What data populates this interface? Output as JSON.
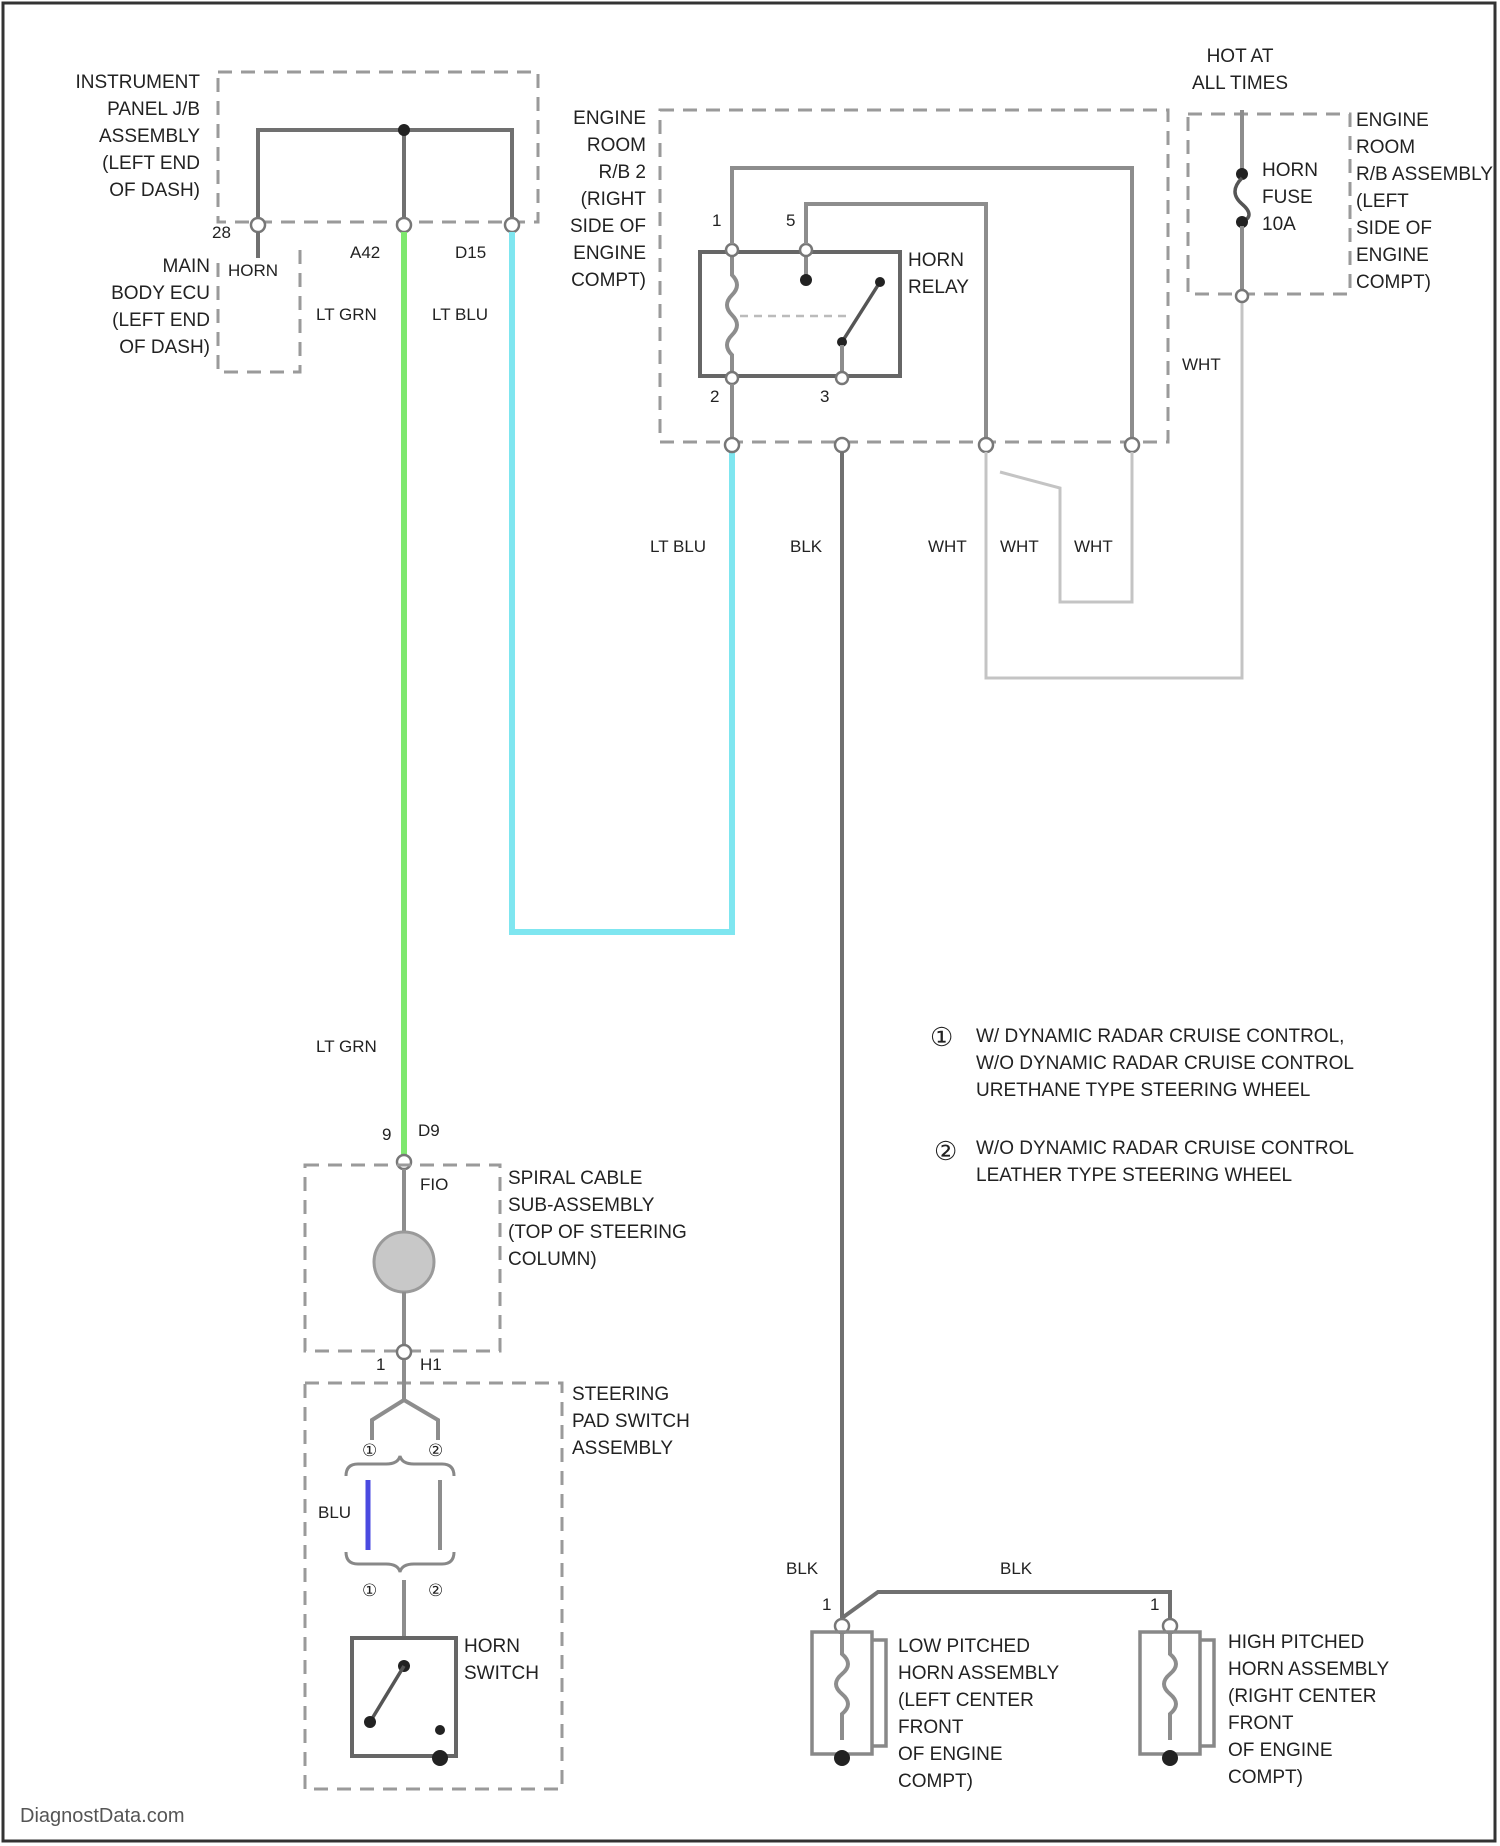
{
  "footer": {
    "watermark": "DiagnostData.com"
  },
  "components": {
    "instrument_panel_jb": "INSTRUMENT\nPANEL J/B\nASSEMBLY\n(LEFT END\nOF DASH)",
    "main_body_ecu": "MAIN\nBODY ECU\n(LEFT END\nOF DASH)",
    "main_body_ecu_pin": "HORN",
    "engine_room_rb2": "ENGINE\nROOM\nR/B 2\n(RIGHT\nSIDE OF\nENGINE\nCOMPT)",
    "horn_relay": "HORN\nRELAY",
    "hot_at_all_times": "HOT AT\nALL TIMES",
    "horn_fuse": "HORN\nFUSE\n10A",
    "engine_room_rb_assembly": "ENGINE\nROOM\nR/B ASSEMBLY\n(LEFT\nSIDE OF\nENGINE\nCOMPT)",
    "spiral_cable": "SPIRAL CABLE\nSUB-ASSEMBLY\n(TOP OF STEERING\nCOLUMN)",
    "steering_pad_switch": "STEERING\nPAD SWITCH\nASSEMBLY",
    "horn_switch": "HORN\nSWITCH",
    "low_horn": "LOW PITCHED\nHORN ASSEMBLY\n(LEFT CENTER\nFRONT\nOF ENGINE\nCOMPT)",
    "high_horn": "HIGH PITCHED\nHORN ASSEMBLY\n(RIGHT CENTER\nFRONT\nOF ENGINE\nCOMPT)"
  },
  "connectors": {
    "jb_left": "28",
    "jb_mid": "A42",
    "jb_right": "D15",
    "relay_pin1": "1",
    "relay_pin5": "5",
    "relay_pin2": "2",
    "relay_pin3": "3",
    "spiral_top_pin": "9",
    "spiral_top_conn": "D9",
    "spiral_conn": "FIO",
    "spiral_bottom_pin": "1",
    "spiral_bottom_conn": "H1",
    "low_horn_pin": "1",
    "high_horn_pin": "1"
  },
  "wires": {
    "lt_grn_top": "LT GRN",
    "lt_blu_top": "LT BLU",
    "lt_blu_relay": "LT BLU",
    "blk_relay": "BLK",
    "wht_1": "WHT",
    "wht_2": "WHT",
    "wht_3": "WHT",
    "wht_fuse": "WHT",
    "lt_grn_bottom": "LT GRN",
    "blu_pad": "BLU",
    "blk_horn": "BLK",
    "blk_bridge": "BLK"
  },
  "legend": {
    "note1_symbol": "①",
    "note1": "W/ DYNAMIC RADAR CRUISE CONTROL,\nW/O DYNAMIC RADAR CRUISE CONTROL\nURETHANE TYPE STEERING WHEEL",
    "note2_symbol": "②",
    "note2": "W/O DYNAMIC RADAR CRUISE CONTROL\nLEATHER TYPE STEERING WHEEL"
  },
  "colors": {
    "lt_grn": "#7ee86e",
    "lt_blu": "#7fe6f0",
    "blu": "#4a4ae0",
    "wire": "#8d8d8d"
  }
}
